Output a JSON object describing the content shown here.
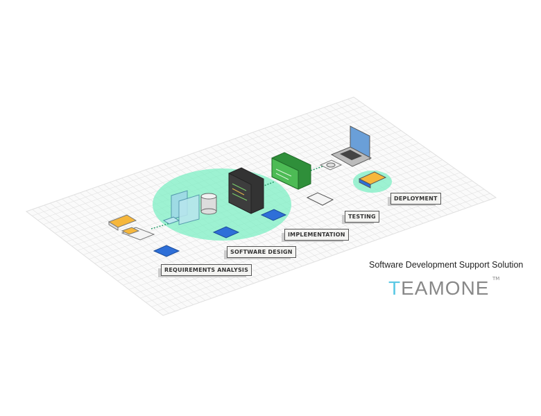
{
  "labels": {
    "requirements": "REQUIREMENTS ANALYSIS",
    "design": "SOFTWARE DESIGN",
    "implementation": "IMPLEMENTATION",
    "testing": "TESTING",
    "deployment": "DEPLOYMENT"
  },
  "brand": {
    "subtitle": "Software Development Support Solution",
    "logo_first": "T",
    "logo_rest": "EAMONE",
    "trademark": "TM",
    "accent": "#5ac8e4"
  },
  "colors": {
    "glow": "#7eefc4",
    "doc_blue": "#2e6fd8",
    "doc_yellow": "#f6b73c",
    "server_green": "#3fae4a"
  }
}
